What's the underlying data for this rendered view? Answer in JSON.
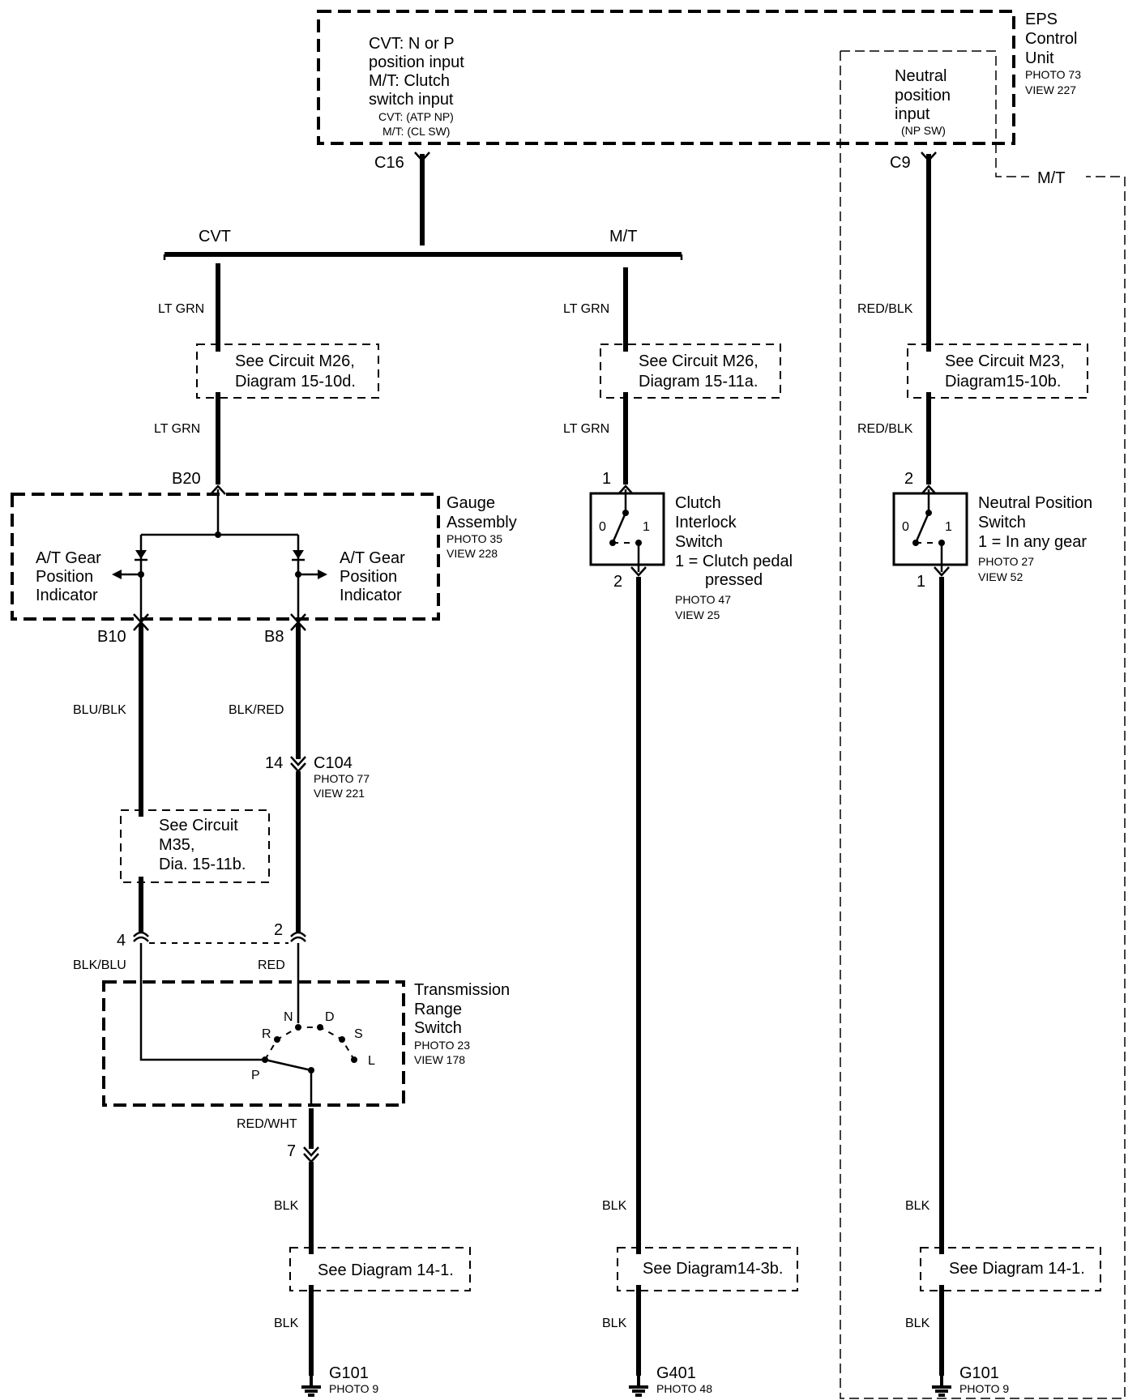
{
  "eps_unit": {
    "name_lines": [
      "EPS",
      "Control",
      "Unit"
    ],
    "photo": "PHOTO 73",
    "view": "VIEW 227",
    "left_input_lines": [
      "CVT: N or P",
      "position input",
      "M/T: Clutch",
      "switch input"
    ],
    "left_input_sub": [
      "CVT: (ATP NP)",
      "M/T: (CL SW)"
    ],
    "right_input_lines": [
      "Neutral",
      "position",
      "input"
    ],
    "right_input_sub": "(NP SW)",
    "connector_left": "C16",
    "connector_right": "C9",
    "mt_label": "M/T"
  },
  "branches": {
    "cvt": "CVT",
    "mt": "M/T"
  },
  "wire_colors": {
    "lt_grn": "LT GRN",
    "red_blk": "RED/BLK",
    "blu_blk": "BLU/BLK",
    "blk_red": "BLK/RED",
    "blk_blu": "BLK/BLU",
    "red": "RED",
    "red_wht": "RED/WHT",
    "blk": "BLK"
  },
  "see_refs": {
    "m26_d": [
      "See Circuit M26,",
      "Diagram 15-10d."
    ],
    "m26_a": [
      "See Circuit M26,",
      "Diagram  15-11a."
    ],
    "m23_b": [
      "See Circuit M23,",
      "Diagram15-10b."
    ],
    "m35": [
      "See Circuit",
      "M35,",
      "Dia. 15-11b."
    ],
    "d14_1": "See Diagram 14-1.",
    "d14_3b": "See Diagram14-3b."
  },
  "gauge": {
    "name_lines": [
      "Gauge",
      "Assembly"
    ],
    "photo": "PHOTO 35",
    "view": "VIEW 228",
    "indicator_lines": [
      "A/T Gear",
      "Position",
      "Indicator"
    ],
    "pin_top": "B20",
    "pin_left": "B10",
    "pin_right": "B8"
  },
  "c104": {
    "pin": "14",
    "name": "C104",
    "photo": "PHOTO 77",
    "view": "VIEW 221"
  },
  "trs": {
    "name_lines": [
      "Transmission",
      "Range",
      "Switch"
    ],
    "photo": "PHOTO 23",
    "view": "VIEW 178",
    "pin_left": "4",
    "pin_right": "2",
    "pin_bottom": "7",
    "positions": [
      "P",
      "R",
      "N",
      "D",
      "S",
      "L"
    ]
  },
  "clutch_switch": {
    "name_lines": [
      "Clutch",
      "Interlock",
      "Switch"
    ],
    "state_lines": [
      "1 = Clutch pedal",
      "pressed"
    ],
    "photo": "PHOTO 47",
    "view": "VIEW 25",
    "pin_top": "1",
    "pin_bottom": "2",
    "pos0": "0",
    "pos1": "1"
  },
  "neutral_switch": {
    "name_lines": [
      "Neutral Position",
      "Switch"
    ],
    "state_line": "1 = In any gear",
    "photo": "PHOTO 27",
    "view": "VIEW 52",
    "pin_top": "2",
    "pin_bottom": "1",
    "pos0": "0",
    "pos1": "1"
  },
  "grounds": {
    "left": {
      "name": "G101",
      "photo": "PHOTO 9"
    },
    "middle": {
      "name": "G401",
      "photo": "PHOTO 48"
    },
    "right": {
      "name": "G101",
      "photo": "PHOTO 9"
    }
  }
}
